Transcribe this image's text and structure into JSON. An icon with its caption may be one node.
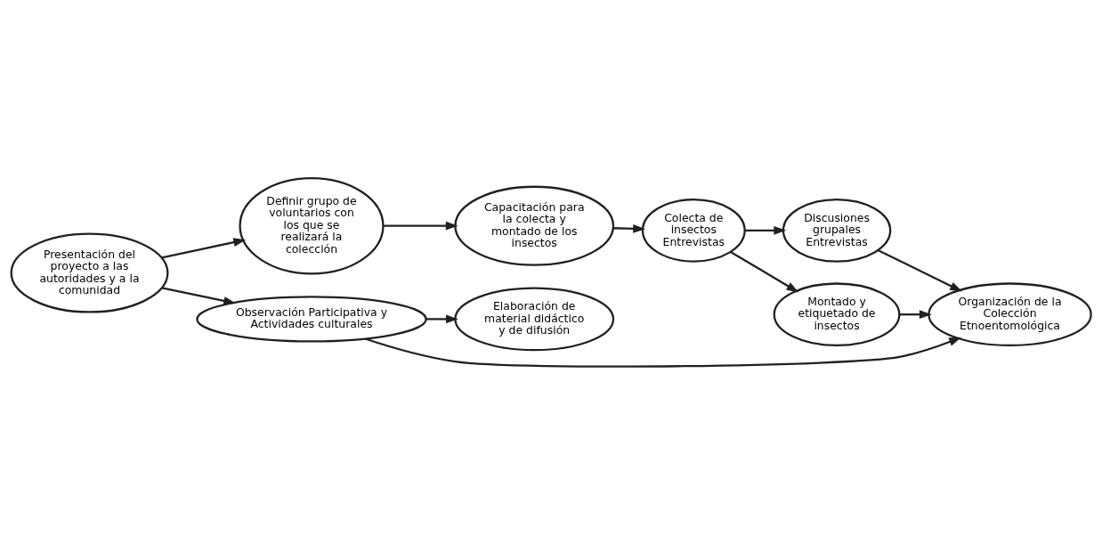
{
  "diagram": {
    "nodes": [
      {
        "text": [
          "Presentación del proyecto a las autoridades y a la comunidad"
        ]
      },
      {
        "text": [
          "Definir grupo de voluntarios con los que se realizará la colección"
        ]
      },
      {
        "text": [
          "Capacitación para la colecta y montado de los insectos"
        ]
      },
      {
        "text": [
          "Colecta de insectos Entrevistas"
        ]
      },
      {
        "text": [
          "Discusiones grupales Entrevistas"
        ]
      },
      {
        "text": [
          "Montado y etiquetado de insectos"
        ]
      },
      {
        "text": [
          "Observación Participativa y Actividades culturales"
        ]
      },
      {
        "text": [
          "Elaboración de material didáctico y de difusión"
        ]
      },
      {
        "text": [
          "Organización de la Colección Etnoentomológica"
        ]
      }
    ],
    "edges": [
      {
        "from": 0,
        "to": 1,
        "arrow": "to"
      },
      {
        "from": 1,
        "to": 2,
        "arrow": "to"
      },
      {
        "from": 2,
        "to": 3,
        "arrow": "to"
      },
      {
        "from": 3,
        "to": 4,
        "arrow": "to"
      },
      {
        "from": 3,
        "to": 5,
        "arrow": "to"
      },
      {
        "from": 0,
        "to": 6,
        "arrow": "to"
      },
      {
        "from": 6,
        "to": 7,
        "arrow": "to"
      },
      {
        "from": 6,
        "to": 8,
        "arrow": "to"
      },
      {
        "from": 4,
        "to": 8,
        "arrow": "to"
      },
      {
        "from": 5,
        "to": 8,
        "arrow": "to"
      }
    ]
  }
}
